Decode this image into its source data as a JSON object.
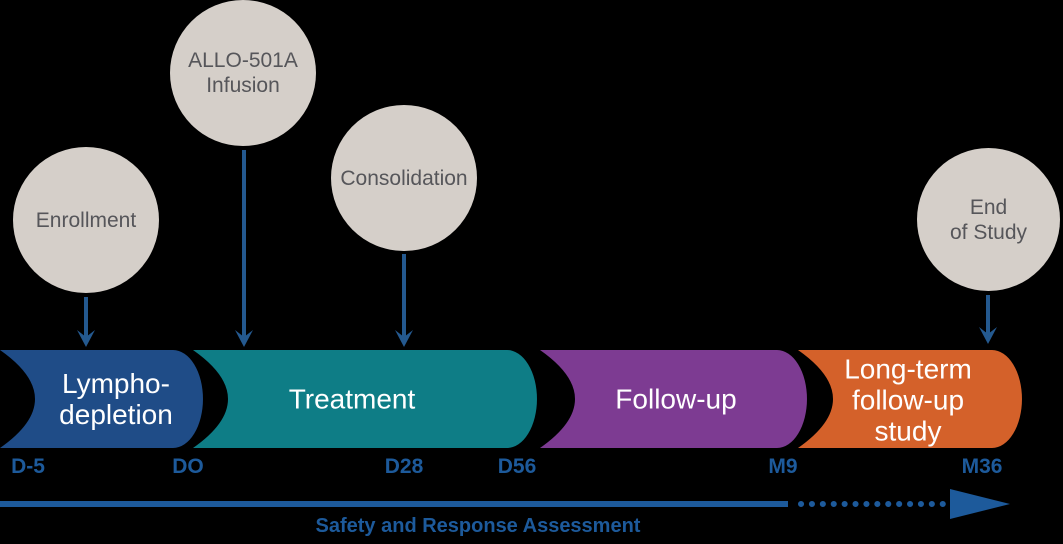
{
  "milestones": [
    {
      "id": "enrollment",
      "line1": "Enrollment"
    },
    {
      "id": "allo-501a-infusion",
      "line1": "ALLO-501A",
      "line2": "Infusion"
    },
    {
      "id": "consolidation",
      "line1": "Consolidation"
    },
    {
      "id": "end-of-study",
      "line1": "End",
      "line2": "of Study"
    }
  ],
  "phases": [
    {
      "id": "lympho-depletion",
      "line1": "Lympho-",
      "line2": "depletion",
      "color": "#1f4c87"
    },
    {
      "id": "treatment",
      "line1": "Treatment",
      "color": "#0e7d86"
    },
    {
      "id": "follow-up",
      "line1": "Follow-up",
      "color": "#7d3b92"
    },
    {
      "id": "long-term-follow-up-study",
      "line1": "Long-term",
      "line2": "follow-up",
      "line3": "study",
      "color": "#d4612a"
    }
  ],
  "timeline": {
    "markers": [
      {
        "label": "D-5"
      },
      {
        "label": "DO"
      },
      {
        "label": "D28"
      },
      {
        "label": "D56"
      },
      {
        "label": "M9"
      },
      {
        "label": "M36"
      }
    ]
  },
  "footer": {
    "label": "Safety and Response Assessment"
  },
  "colors": {
    "background": "#000000",
    "circle_fill": "#d5cfc9",
    "circle_text": "#56565a",
    "arrow_blue": "#24598f",
    "timeline_blue": "#1d5a9b",
    "phase_text": "#ffffff"
  }
}
